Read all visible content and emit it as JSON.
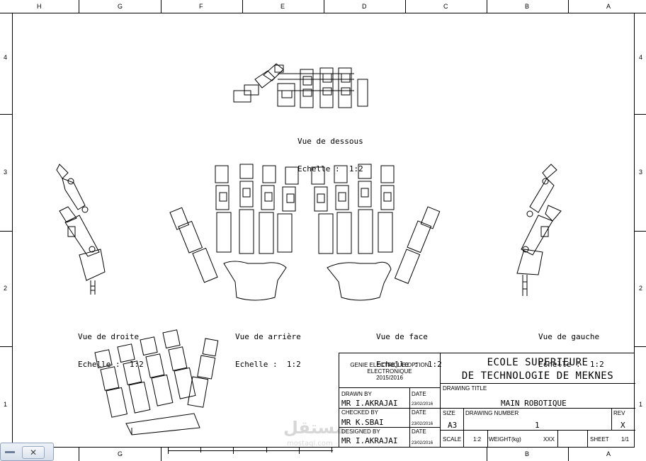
{
  "border": {
    "top_zones": [
      "H",
      "G",
      "F",
      "E",
      "D",
      "C",
      "B",
      "A"
    ],
    "bottom_zones": [
      "G",
      "B",
      "A"
    ],
    "left_rows": [
      "4",
      "3",
      "2",
      "1"
    ],
    "right_rows": [
      "4",
      "3",
      "2",
      "1"
    ]
  },
  "views": [
    {
      "name": "Vue de dessous",
      "scale": "Echelle :  1:2"
    },
    {
      "name": "Vue de droite",
      "scale": "Echelle :  1:2"
    },
    {
      "name": "Vue de arrière",
      "scale": "Echelle :  1:2"
    },
    {
      "name": "Vue de face",
      "scale": "Echelle :  1:2"
    },
    {
      "name": "Vue de gauche",
      "scale": "Echelle :  1:2"
    }
  ],
  "title_block": {
    "department": "GENIE ELECTRIQUE OPTION ELECTRONIQUE",
    "year": "2015/2016",
    "school_line1": "ECOLE SUPERIEURE",
    "school_line2": "DE TECHNOLOGIE DE MEKNES",
    "drawn_by_label": "DRAWN BY",
    "drawn_by": "MR I.AKRAJAI",
    "checked_by_label": "CHECKED BY",
    "checked_by": "MR K.SBAI",
    "designed_by_label": "DESIGNED BY",
    "designed_by": "MR I.AKRAJAI",
    "date_label": "DATE",
    "date_value": "23/02/2016",
    "drawing_title_label": "DRAWING TITLE",
    "drawing_title": "MAIN ROBOTIQUE",
    "size_label": "SIZE",
    "size": "A3",
    "drawing_number_label": "DRAWING NUMBER",
    "drawing_number": "1",
    "rev_label": "REV",
    "rev": "X",
    "scale_label": "SCALE",
    "scale": "1:2",
    "weight_label": "WEIGHT(kg)",
    "weight": "XXX",
    "sheet_label": "SHEET",
    "sheet": "1/1"
  },
  "taskbar": {
    "close_glyph": "✕"
  },
  "watermark": {
    "text": "مستقل",
    "sub": "mostaql.com"
  }
}
